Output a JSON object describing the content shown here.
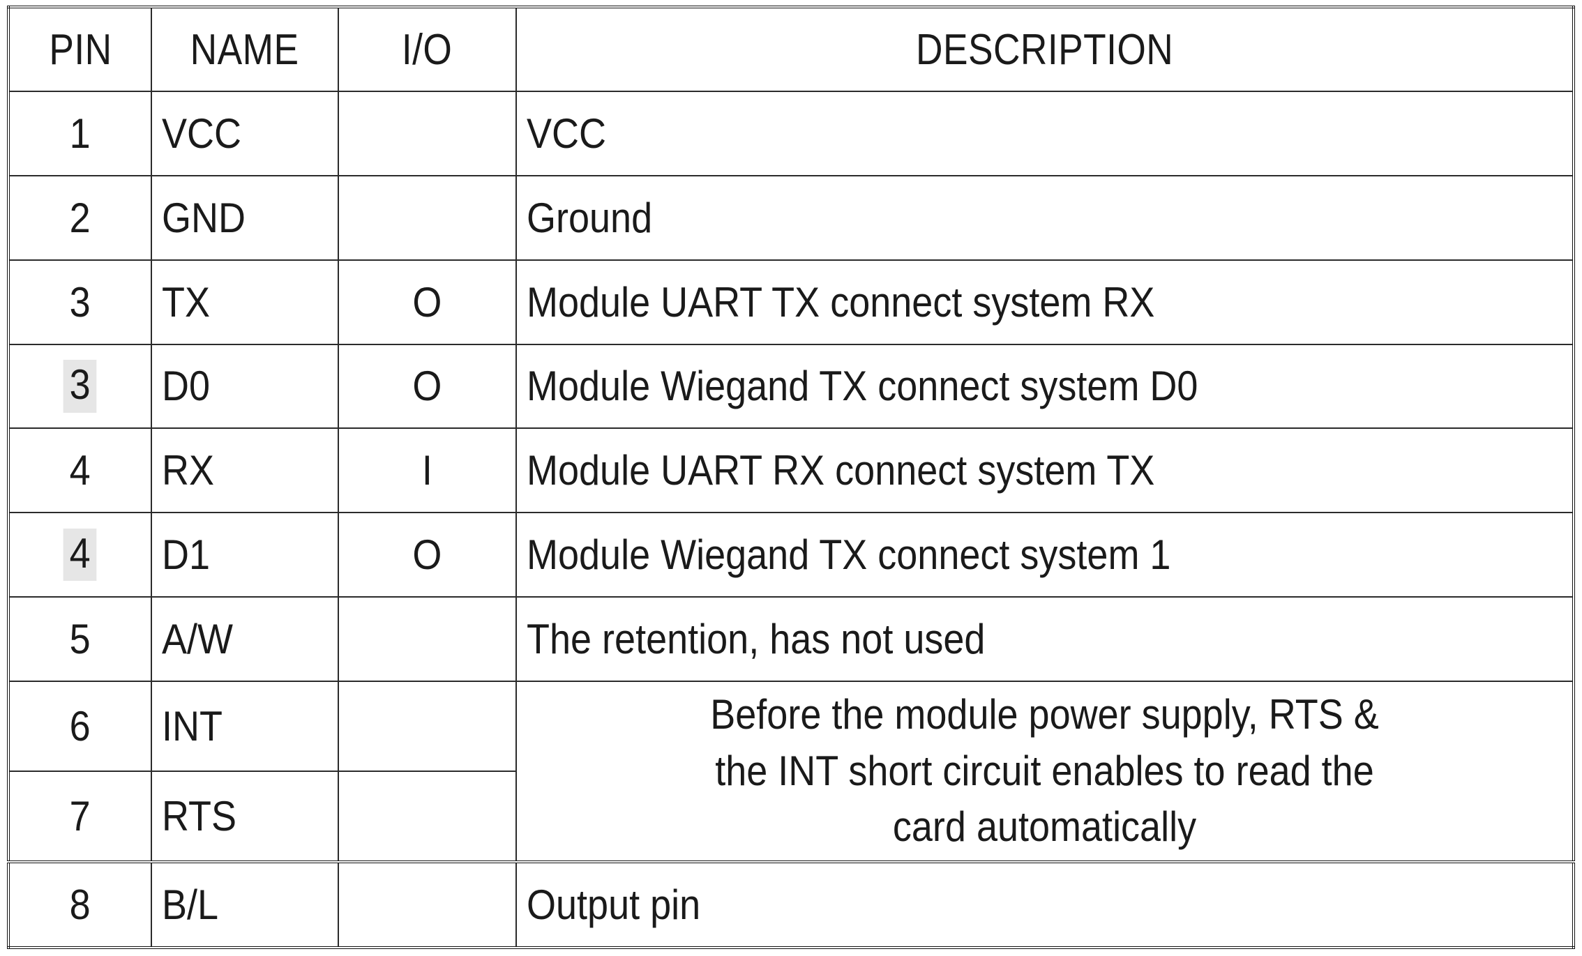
{
  "table": {
    "name": "pin-description-table",
    "columns": [
      {
        "key": "pin",
        "label": "PIN"
      },
      {
        "key": "name",
        "label": "NAME"
      },
      {
        "key": "io",
        "label": "I/O"
      },
      {
        "key": "desc",
        "label": "DESCRIPTION"
      }
    ],
    "rows": [
      {
        "pin": "1",
        "name": "VCC",
        "io": "",
        "desc": "VCC",
        "pin_highlight": false
      },
      {
        "pin": "2",
        "name": "GND",
        "io": "",
        "desc": "Ground",
        "pin_highlight": false
      },
      {
        "pin": "3",
        "name": "TX",
        "io": "O",
        "desc": "Module UART TX connect system RX",
        "pin_highlight": false
      },
      {
        "pin": "3",
        "name": "D0",
        "io": "O",
        "desc": "Module Wiegand TX connect system D0",
        "pin_highlight": true
      },
      {
        "pin": "4",
        "name": "RX",
        "io": "I",
        "desc": "Module UART RX connect system TX",
        "pin_highlight": false
      },
      {
        "pin": "4",
        "name": "D1",
        "io": "O",
        "desc": "Module Wiegand TX connect system  1",
        "pin_highlight": true
      },
      {
        "pin": "5",
        "name": "A/W",
        "io": "",
        "desc": "The retention, has not used",
        "pin_highlight": false
      }
    ],
    "merged_group": {
      "rows": [
        {
          "pin": "6",
          "name": "INT",
          "io": ""
        },
        {
          "pin": "7",
          "name": "RTS",
          "io": ""
        }
      ],
      "desc_lines": [
        "Before the module power supply, RTS &",
        "the INT short circuit enables to read the",
        "card automatically"
      ]
    },
    "last_row": {
      "pin": "8",
      "name": "B/L",
      "io": "",
      "desc": "Output pin",
      "pin_highlight": false
    },
    "colors": {
      "border": "#2b2b2b",
      "outer_border": "#111111",
      "text": "#1a1a1a",
      "background": "#ffffff",
      "pin_highlight": "#e6e6e6"
    }
  }
}
